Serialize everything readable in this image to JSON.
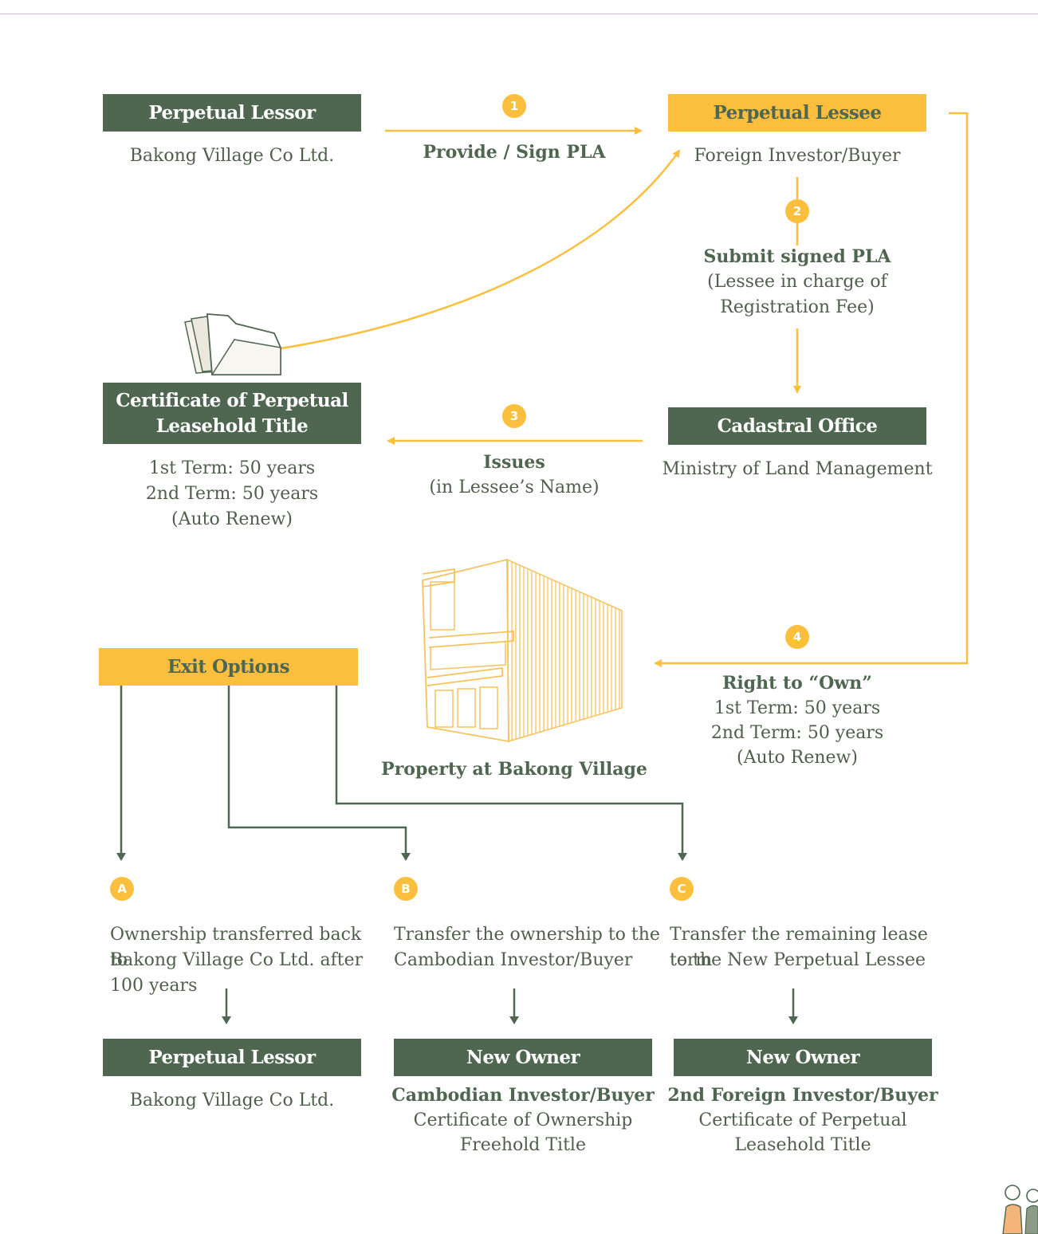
{
  "nodes": {
    "lessor_top": {
      "title": "Perpetual Lessor",
      "sub": "Bakong Village Co Ltd."
    },
    "lessee": {
      "title": "Perpetual Lessee",
      "sub": "Foreign Investor/Buyer"
    },
    "certificate": {
      "title_line1": "Certificate of Perpetual",
      "title_line2": "Leasehold Title",
      "lines": [
        "1st Term: 50 years",
        "2nd Term: 50 years",
        "(Auto Renew)"
      ]
    },
    "cadastral": {
      "title": "Cadastral Office",
      "sub": "Ministry of Land Management"
    },
    "exit": {
      "title": "Exit Options"
    },
    "property": {
      "caption": "Property at Bakong Village"
    },
    "lessor_bottom": {
      "title": "Perpetual Lessor",
      "sub": "Bakong Village Co Ltd."
    },
    "new_owner_b": {
      "title": "New Owner",
      "bold": "Cambodian Investor/Buyer",
      "lines": [
        "Certificate of Ownership",
        "Freehold Title"
      ]
    },
    "new_owner_c": {
      "title": "New Owner",
      "bold": "2nd Foreign Investor/Buyer",
      "lines": [
        "Certificate of Perpetual",
        "Leasehold Title"
      ]
    }
  },
  "steps": {
    "s1": {
      "badge": "1",
      "label": "Provide / Sign PLA"
    },
    "s2": {
      "badge": "2",
      "label": "Submit signed PLA",
      "lines": [
        "(Lessee in charge of",
        "Registration Fee)"
      ]
    },
    "s3": {
      "badge": "3",
      "label": "Issues",
      "lines": [
        "(in Lessee’s Name)"
      ]
    },
    "s4": {
      "badge": "4",
      "label": "Right to “Own”",
      "lines": [
        "1st Term: 50 years",
        "2nd Term: 50 years",
        "(Auto Renew)"
      ]
    }
  },
  "options": {
    "a": {
      "badge": "A",
      "lines": [
        "Ownership transferred back to",
        "Bakong Village Co Ltd. after",
        "100 years"
      ]
    },
    "b": {
      "badge": "B",
      "lines": [
        "Transfer the ownership to the",
        "Cambodian Investor/Buyer"
      ]
    },
    "c": {
      "badge": "C",
      "lines": [
        "Transfer the remaining lease term",
        "to the New Perpetual Lessee"
      ]
    }
  },
  "colors": {
    "green": "#4f6650",
    "yellow": "#fbbf3d",
    "text": "#4f5f4c"
  },
  "icons": [
    "folder-icon",
    "building-icon",
    "people-logo-icon"
  ]
}
